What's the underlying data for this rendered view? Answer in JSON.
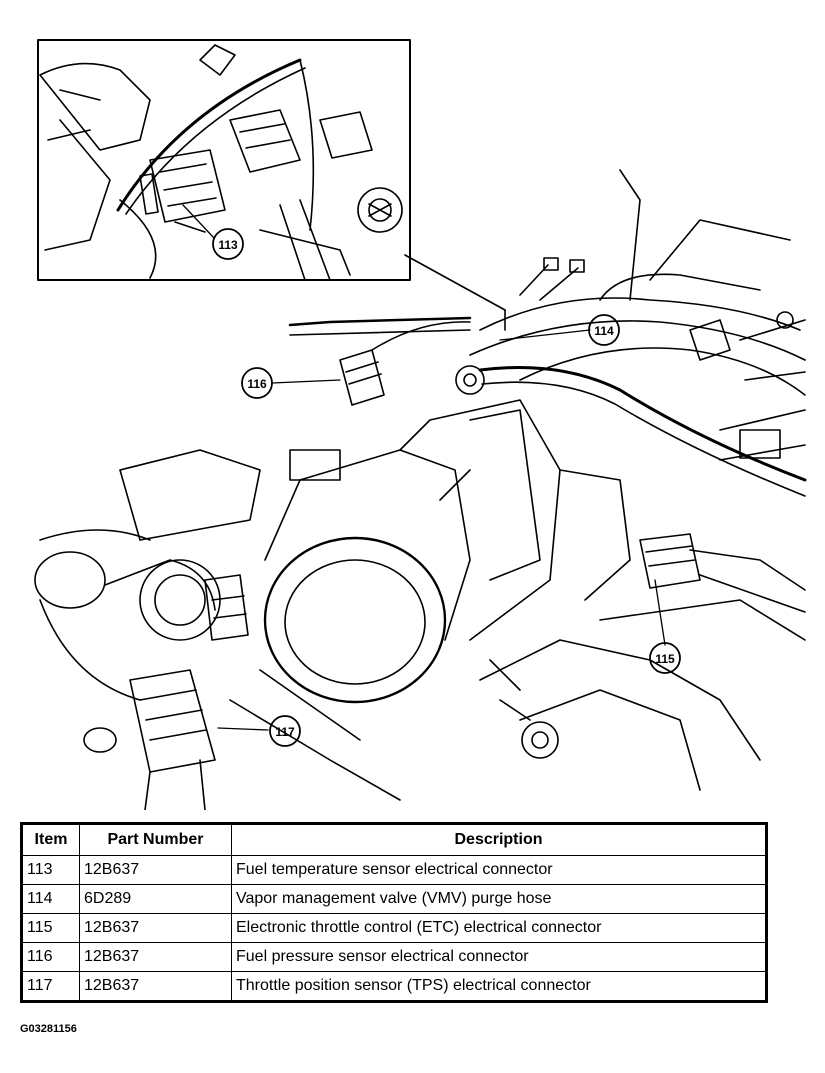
{
  "callouts": [
    {
      "id": "113",
      "label": "113"
    },
    {
      "id": "114",
      "label": "114"
    },
    {
      "id": "115",
      "label": "115"
    },
    {
      "id": "116",
      "label": "116"
    },
    {
      "id": "117",
      "label": "117"
    }
  ],
  "table": {
    "headers": [
      "Item",
      "Part Number",
      "Description"
    ],
    "rows": [
      {
        "item": "113",
        "part": "12B637",
        "desc": "Fuel temperature sensor electrical connector"
      },
      {
        "item": "114",
        "part": "6D289",
        "desc": "Vapor management valve (VMV) purge hose"
      },
      {
        "item": "115",
        "part": "12B637",
        "desc": "Electronic throttle control (ETC) electrical connector"
      },
      {
        "item": "116",
        "part": "12B637",
        "desc": "Fuel pressure sensor electrical connector"
      },
      {
        "item": "117",
        "part": "12B637",
        "desc": "Throttle position sensor (TPS) electrical connector"
      }
    ]
  },
  "figure_id": "G03281156"
}
